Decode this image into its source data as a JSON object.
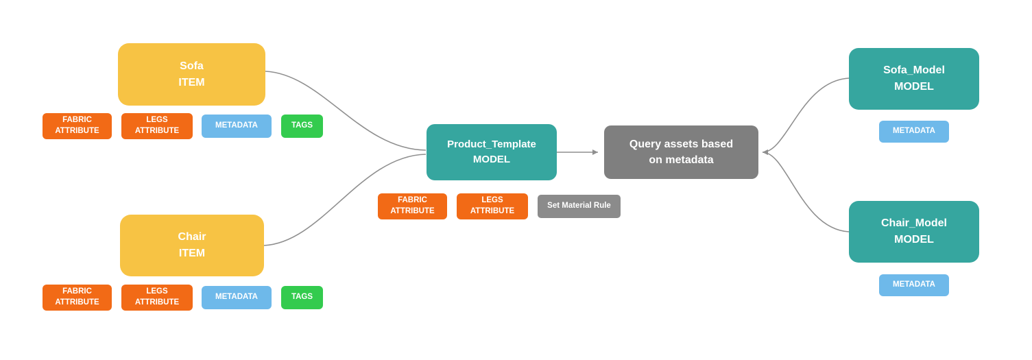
{
  "colors": {
    "yellow": "#F7C344",
    "orange": "#F26A16",
    "blue": "#6EB9EA",
    "green": "#33CB4E",
    "teal": "#36A69F",
    "gray": "#7F7F7F",
    "gray_badge": "#8B8B8B",
    "connector": "#8F8F8F"
  },
  "nodes": {
    "sofa_item": {
      "title": "Sofa",
      "type": "ITEM"
    },
    "chair_item": {
      "title": "Chair",
      "type": "ITEM"
    },
    "product_template": {
      "title": "Product_Template",
      "type": "MODEL"
    },
    "query": {
      "label": "Query assets based on metadata"
    },
    "sofa_model": {
      "title": "Sofa_Model",
      "type": "MODEL"
    },
    "chair_model": {
      "title": "Chair_Model",
      "type": "MODEL"
    }
  },
  "badges": {
    "fabric_attribute": {
      "line1": "FABRIC",
      "line2": "ATTRIBUTE"
    },
    "legs_attribute": {
      "line1": "LEGS",
      "line2": "ATTRIBUTE"
    },
    "metadata": {
      "label": "METADATA"
    },
    "tags": {
      "label": "TAGS"
    },
    "set_material_rule": {
      "label": "Set Material Rule"
    }
  }
}
